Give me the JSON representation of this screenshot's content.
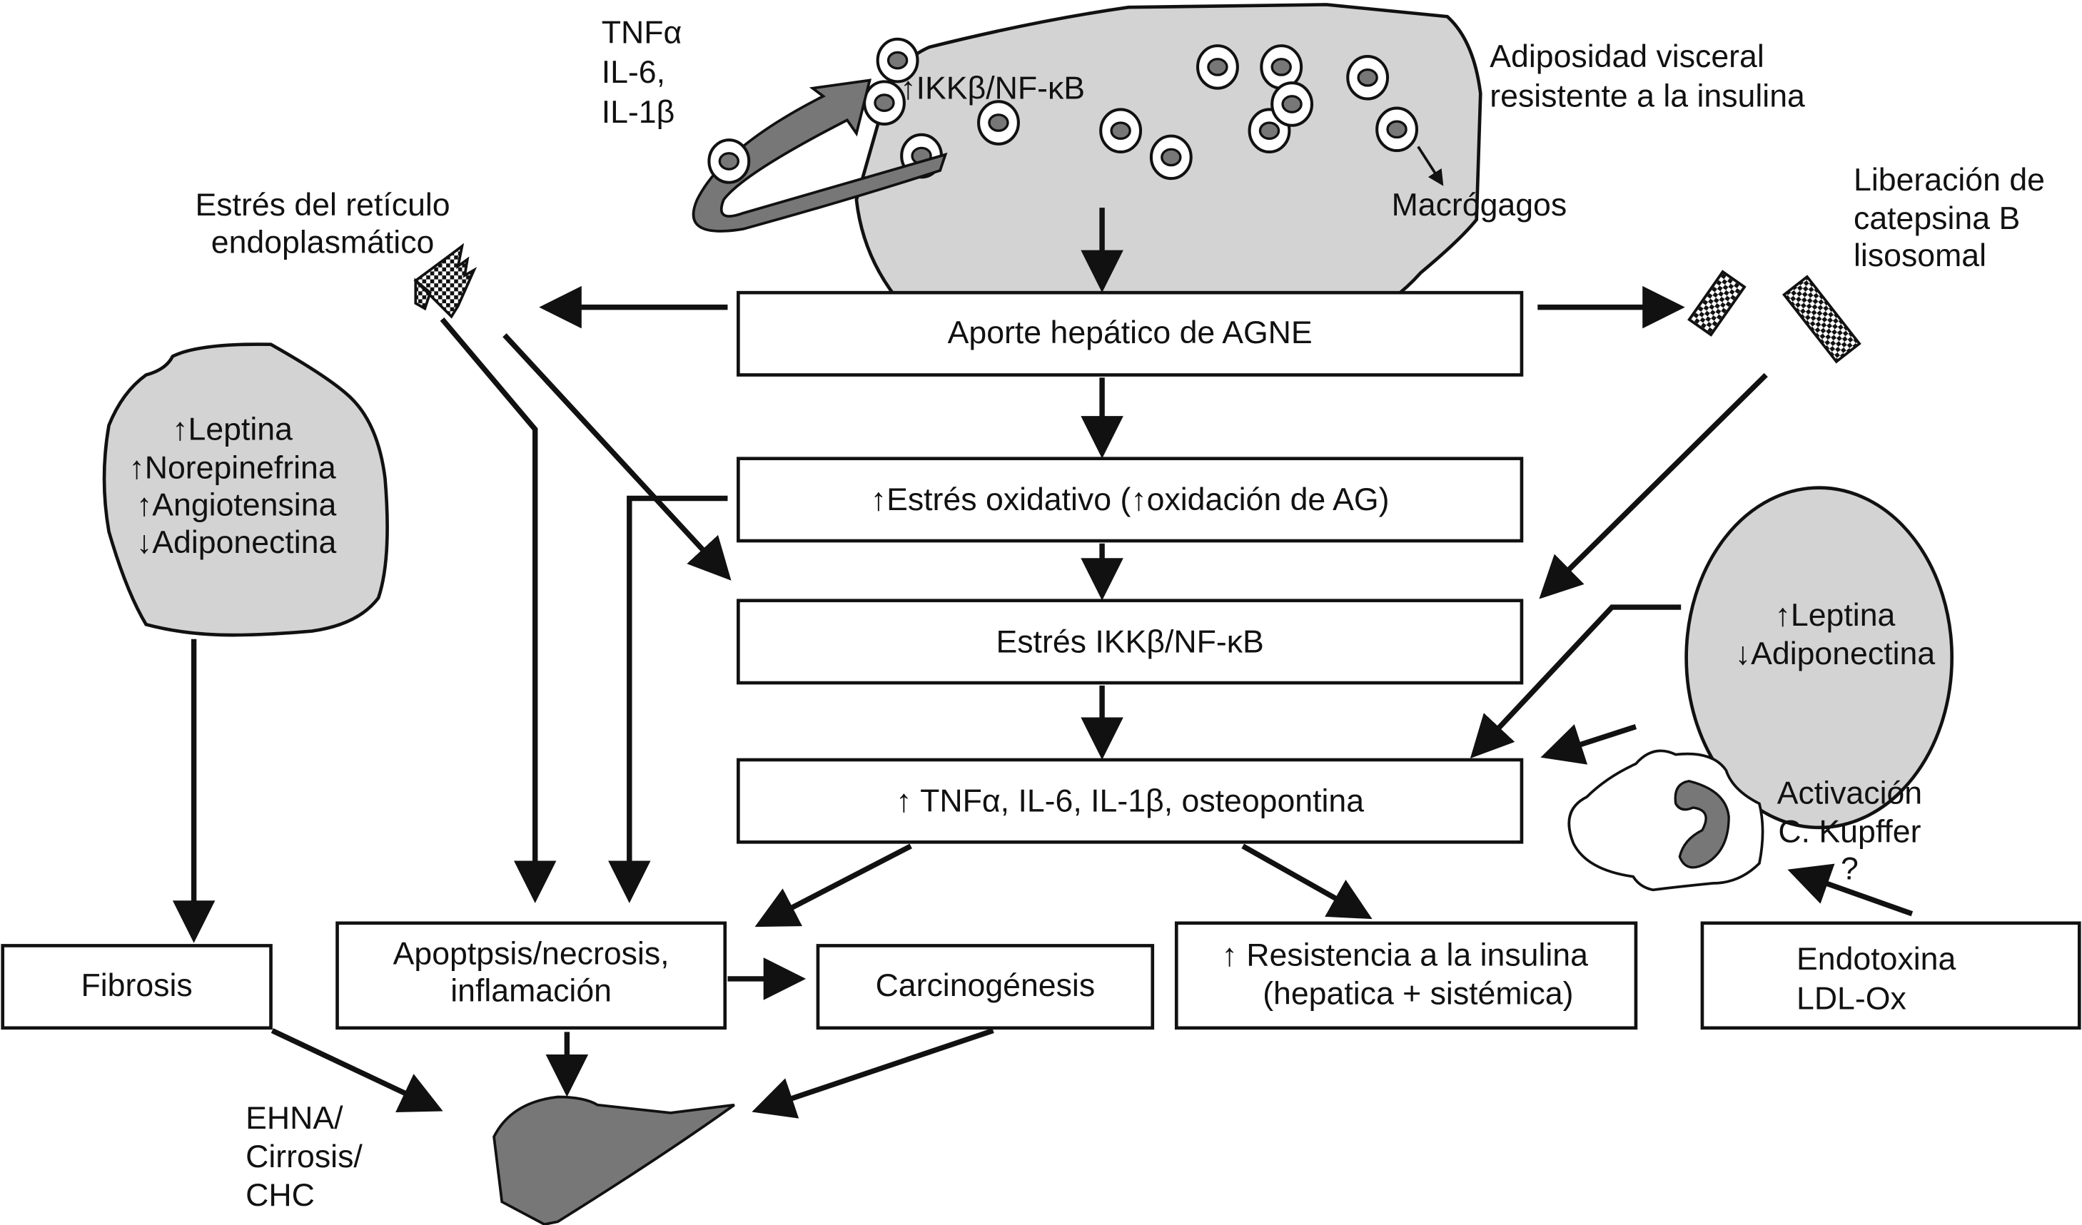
{
  "diagram": {
    "adipose": {
      "title_line1": "Adiposidad visceral",
      "title_line2": "resistente a la insulina",
      "inner_label": "↑IKKβ/NF-κB",
      "cytokines": [
        "TNFα",
        "IL-6,",
        "IL-1β"
      ],
      "macrophage_label": "Macrógagos",
      "fill_color": "#d3d3d3"
    },
    "er_stress": {
      "line1": "Estrés del retículo",
      "line2": "endoplasmático"
    },
    "cathepsin": {
      "line1": "Liberación de",
      "line2": "catepsina B",
      "line3": "lisosomal"
    },
    "left_blob": {
      "items": [
        "↑Leptina",
        "↑Norepinefrina",
        "↑Angiotensina",
        "↓Adiponectina"
      ]
    },
    "right_blob": {
      "items": [
        "↑Leptina",
        "↓Adiponectina"
      ]
    },
    "kupffer": {
      "line1": "Activación",
      "line2": "C. Kupffer",
      "line3": "?"
    },
    "boxes": {
      "agne": "Aporte hepático de AGNE",
      "oxidative": "↑Estrés oxidativo (↑oxidación de AG)",
      "ikk": "Estrés IKKβ/NF-κB",
      "cytokines": "↑ TNFα, IL-6, IL-1β, osteopontina",
      "fibrosis": "Fibrosis",
      "apoptosis_line1": "Apoptpsis/necrosis,",
      "apoptosis_line2": "inflamación",
      "carcinogenesis": "Carcinogénesis",
      "insulin_line1": "↑ Resistencia a la insulina",
      "insulin_line2": "(hepatica + sistémica)",
      "endotoxin_line1": "Endotoxina",
      "endotoxin_line2": "LDL-Ox"
    },
    "liver": {
      "line1": "EHNA/",
      "line2": "Cirrosis/",
      "line3": "CHC",
      "fill_color": "#777777"
    }
  }
}
